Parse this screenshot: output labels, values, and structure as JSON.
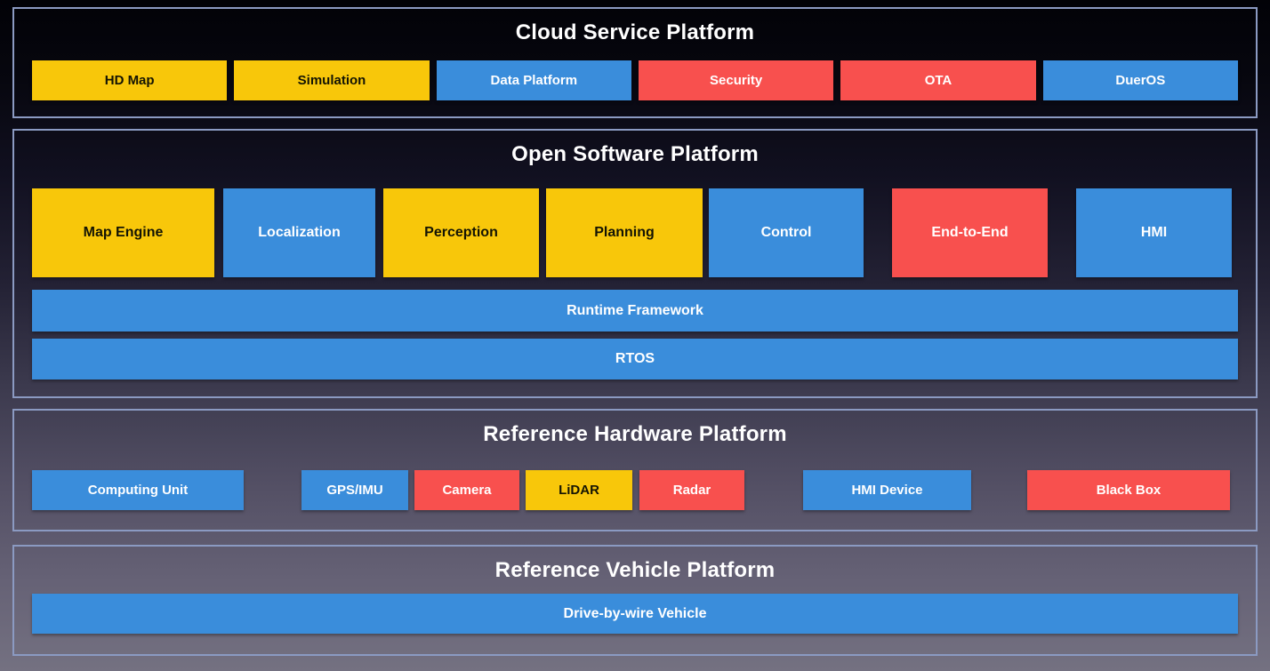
{
  "palette": {
    "yellow": "#F8C70A",
    "blue": "#3A8DDB",
    "red": "#F8504E",
    "border": "#8B9AC2",
    "bg_top": "#020207",
    "bg_bottom": "#747181"
  },
  "sections": {
    "cloud": {
      "title": "Cloud Service Platform",
      "boxes": [
        {
          "label": "HD Map",
          "color": "yellow"
        },
        {
          "label": "Simulation",
          "color": "yellow"
        },
        {
          "label": "Data Platform",
          "color": "blue"
        },
        {
          "label": "Security",
          "color": "red"
        },
        {
          "label": "OTA",
          "color": "red"
        },
        {
          "label": "DuerOS",
          "color": "blue"
        }
      ]
    },
    "software": {
      "title": "Open Software Platform",
      "modules": [
        {
          "label": "Map Engine",
          "color": "yellow"
        },
        {
          "label": "Localization",
          "color": "blue"
        },
        {
          "label": "Perception",
          "color": "yellow"
        },
        {
          "label": "Planning",
          "color": "yellow"
        },
        {
          "label": "Control",
          "color": "blue"
        },
        {
          "label": "End-to-End",
          "color": "red"
        },
        {
          "label": "HMI",
          "color": "blue"
        }
      ],
      "bars": [
        {
          "label": "Runtime Framework",
          "color": "blue"
        },
        {
          "label": "RTOS",
          "color": "blue"
        }
      ]
    },
    "hardware": {
      "title": "Reference Hardware Platform",
      "boxes": [
        {
          "label": "Computing Unit",
          "color": "blue"
        },
        {
          "label": "GPS/IMU",
          "color": "blue"
        },
        {
          "label": "Camera",
          "color": "red"
        },
        {
          "label": "LiDAR",
          "color": "yellow"
        },
        {
          "label": "Radar",
          "color": "red"
        },
        {
          "label": "HMI Device",
          "color": "blue"
        },
        {
          "label": "Black Box",
          "color": "red"
        }
      ]
    },
    "vehicle": {
      "title": "Reference Vehicle Platform",
      "bars": [
        {
          "label": "Drive-by-wire Vehicle",
          "color": "blue"
        }
      ]
    }
  }
}
